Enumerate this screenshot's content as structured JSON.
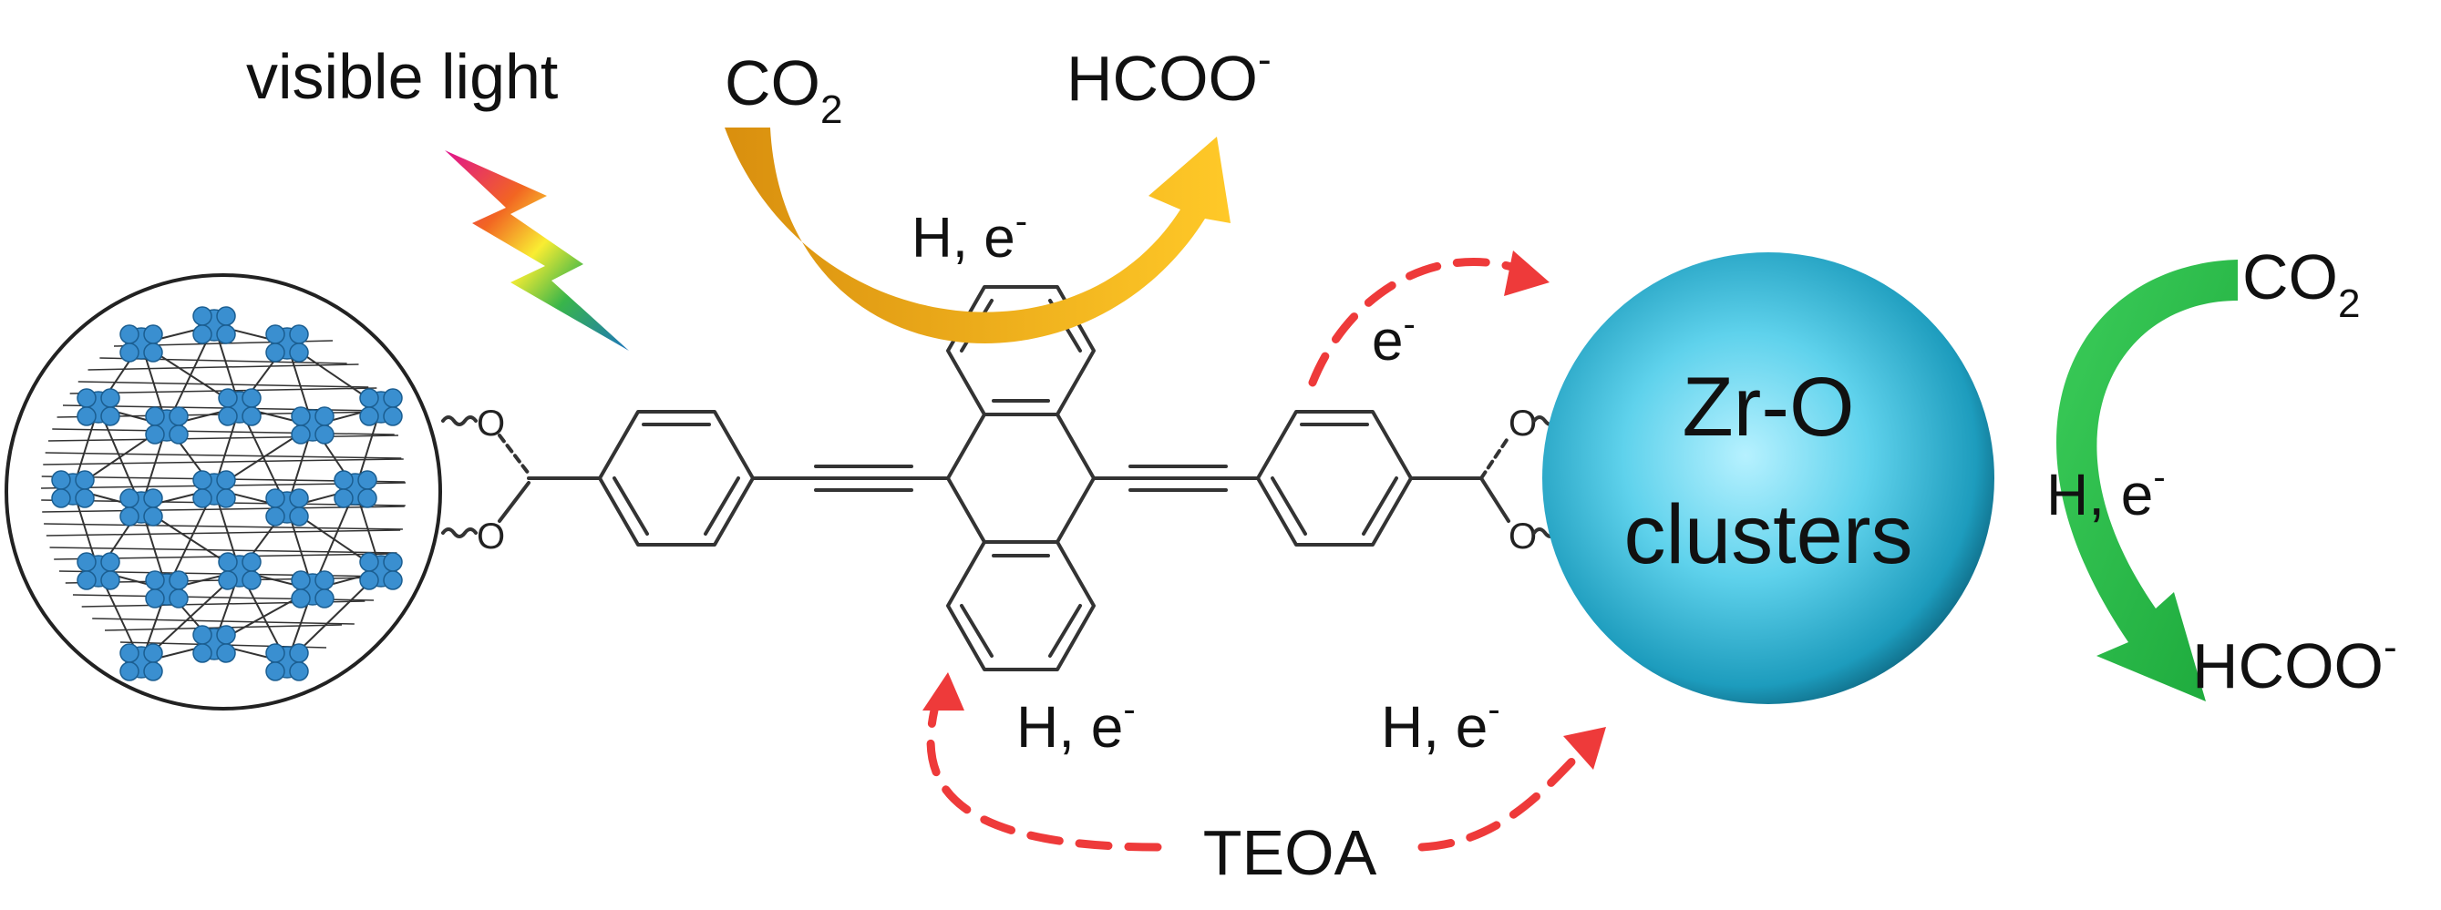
{
  "labels": {
    "visible_light": "visible light",
    "co2_top": "CO",
    "co2_top_sub": "2",
    "hcoo_top": "HCOO",
    "hcoo_top_sup": "-",
    "he_top": "H, e",
    "he_top_sup": "-",
    "e_minus": "e",
    "e_minus_sup": "-",
    "cluster_line1": "Zr-O",
    "cluster_line2": "clusters",
    "co2_right": "CO",
    "co2_right_sub": "2",
    "he_right": "H, e",
    "he_right_sup": "-",
    "hcoo_right": "HCOO",
    "hcoo_right_sup": "-",
    "he_bottom_left": "H, e",
    "he_bottom_left_sup": "-",
    "he_bottom_right": "H, e",
    "he_bottom_right_sup": "-",
    "teoa": "TEOA",
    "oxygen": "O"
  },
  "colors": {
    "arrow_top": "#e8a820",
    "arrow_right": "#2fb84a",
    "dashed": "#ee3a3a",
    "cluster": "#39bfd8",
    "mof_node": "#3a8fd0"
  }
}
